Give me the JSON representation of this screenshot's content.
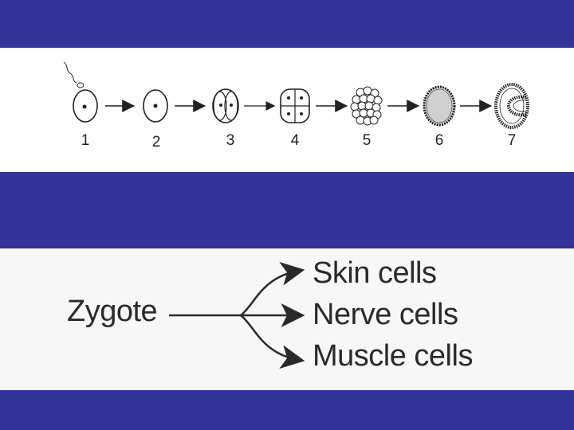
{
  "stages": {
    "labels": [
      "1",
      "2",
      "3",
      "4",
      "5",
      "6",
      "7"
    ]
  },
  "differentiation": {
    "source": "Zygote",
    "targets": [
      "Skin cells",
      "Nerve cells",
      "Muscle cells"
    ]
  },
  "colors": {
    "band": "#333399",
    "panel": "#ffffff",
    "ink": "#222222"
  }
}
